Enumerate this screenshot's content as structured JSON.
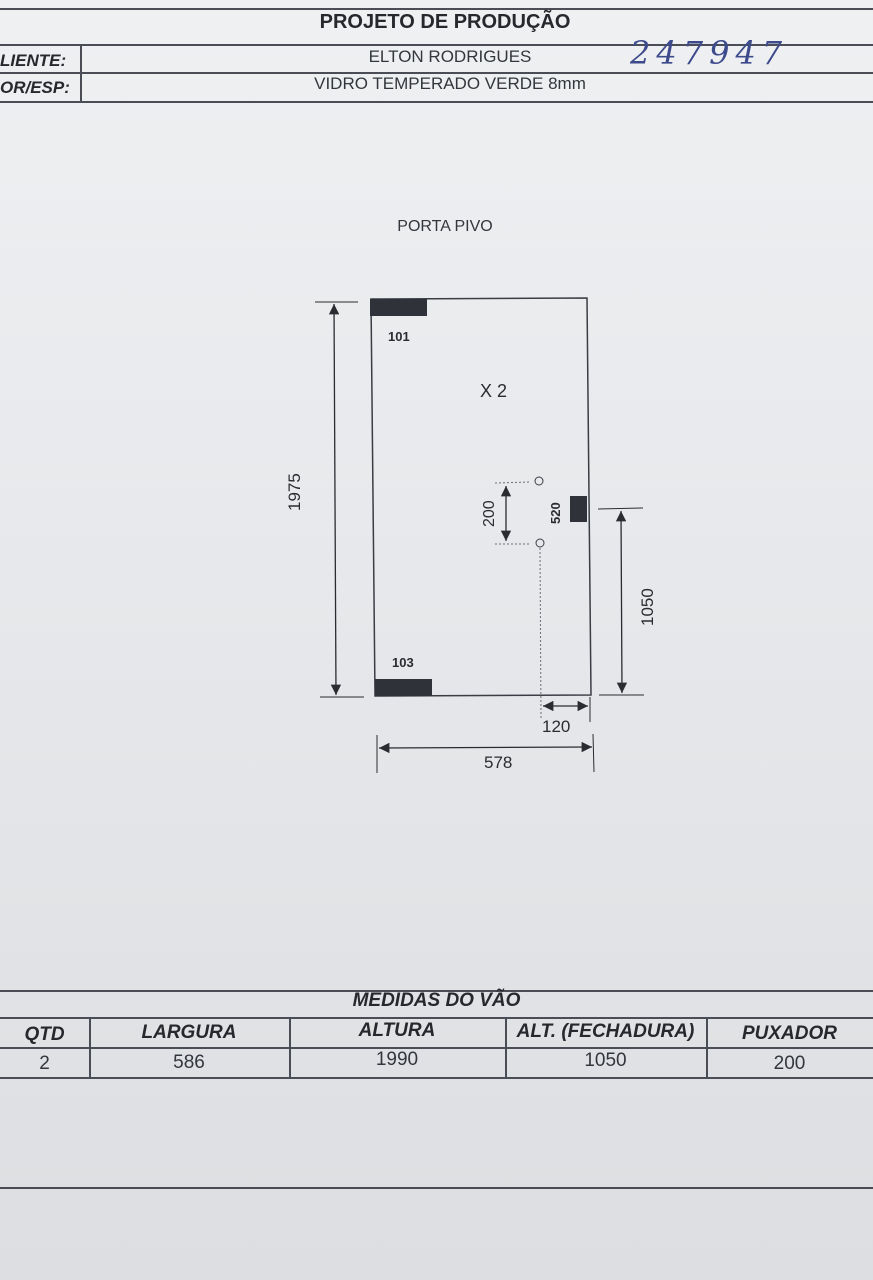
{
  "header": {
    "title": "PROJETO DE PRODUÇÃO",
    "cliente_label": "LIENTE:",
    "cliente_value": "ELTON RODRIGUES",
    "cor_label": "OR/ESP:",
    "cor_value": "VIDRO TEMPERADO VERDE 8mm",
    "handwritten_number": "247947"
  },
  "drawing": {
    "title": "PORTA PIVO",
    "quantity_mark": "X 2",
    "pivot_top_label": "101",
    "pivot_bottom_label": "103",
    "lock_label": "520",
    "dim_height": "1975",
    "dim_width": "578",
    "dim_handle_spacing": "200",
    "dim_lock_height": "1050",
    "dim_handle_offset": "120"
  },
  "table": {
    "title": "MEDIDAS DO VÃO",
    "headers": [
      "QTD",
      "LARGURA",
      "ALTURA",
      "ALT. (FECHADURA)",
      "PUXADOR"
    ],
    "rows": [
      [
        "2",
        "586",
        "1990",
        "1050",
        "200"
      ]
    ]
  }
}
